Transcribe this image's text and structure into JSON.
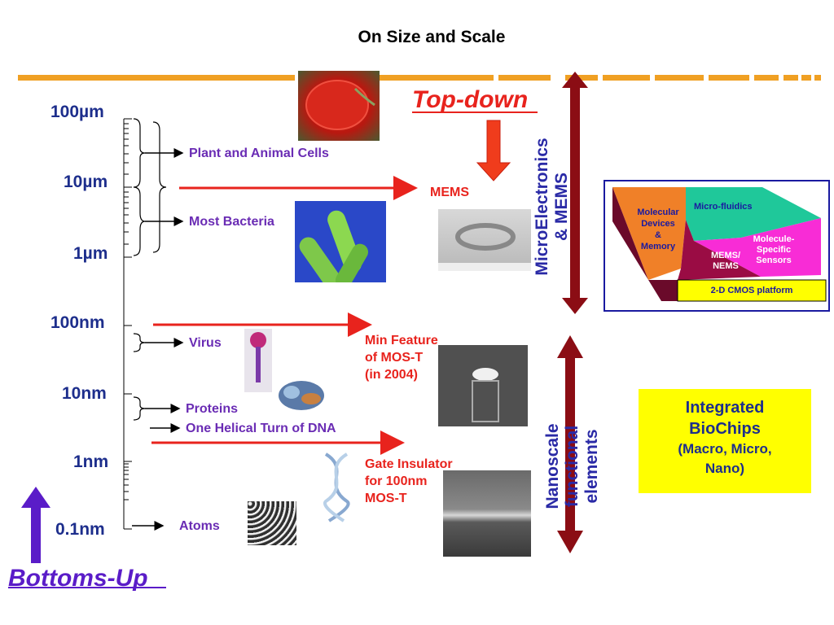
{
  "title": "On Size and Scale",
  "scale_labels": [
    "100µm",
    "10µm",
    "1µm",
    "100nm",
    "10nm",
    "1nm",
    "0.1nm"
  ],
  "items": {
    "plant_animal_cells": "Plant and Animal Cells",
    "most_bacteria": "Most Bacteria",
    "virus": "Virus",
    "proteins": "Proteins",
    "dna": "One Helical Turn of DNA",
    "atoms": "Atoms"
  },
  "top_down": "Top-down",
  "bottoms_up": "Bottoms-Up",
  "mems": "MEMS",
  "min_feature": [
    "Min Feature",
    "of MOS-T",
    "(in 2004)"
  ],
  "gate_insulator": [
    "Gate Insulator",
    "for 100nm",
    "MOS-T"
  ],
  "microelectronics": [
    "MicroElectronics",
    "& MEMS"
  ],
  "nanoscale": [
    "Nanoscale",
    "functional",
    "elements"
  ],
  "platform": {
    "molecular_devices": [
      "Molecular",
      "Devices",
      "&",
      "Memory"
    ],
    "micro_fluidics": "Micro-fluidics",
    "mems_nems": [
      "MEMS/",
      "NEMS"
    ],
    "molecule_sensors": [
      "Molecule-",
      "Specific",
      "Sensors"
    ],
    "cmos": "2-D CMOS platform"
  },
  "biochips": [
    "Integrated",
    "BioChips",
    "(Macro, Micro,",
    "Nano)"
  ],
  "colors": {
    "scale_text": "#1d2e8c",
    "item_text": "#6a2cb4",
    "arrow_red": "#e8231d",
    "dark_red_arrow": "#8b0d14",
    "orange_bar": "#f0a023",
    "biochips_bg": "#ffff00"
  }
}
